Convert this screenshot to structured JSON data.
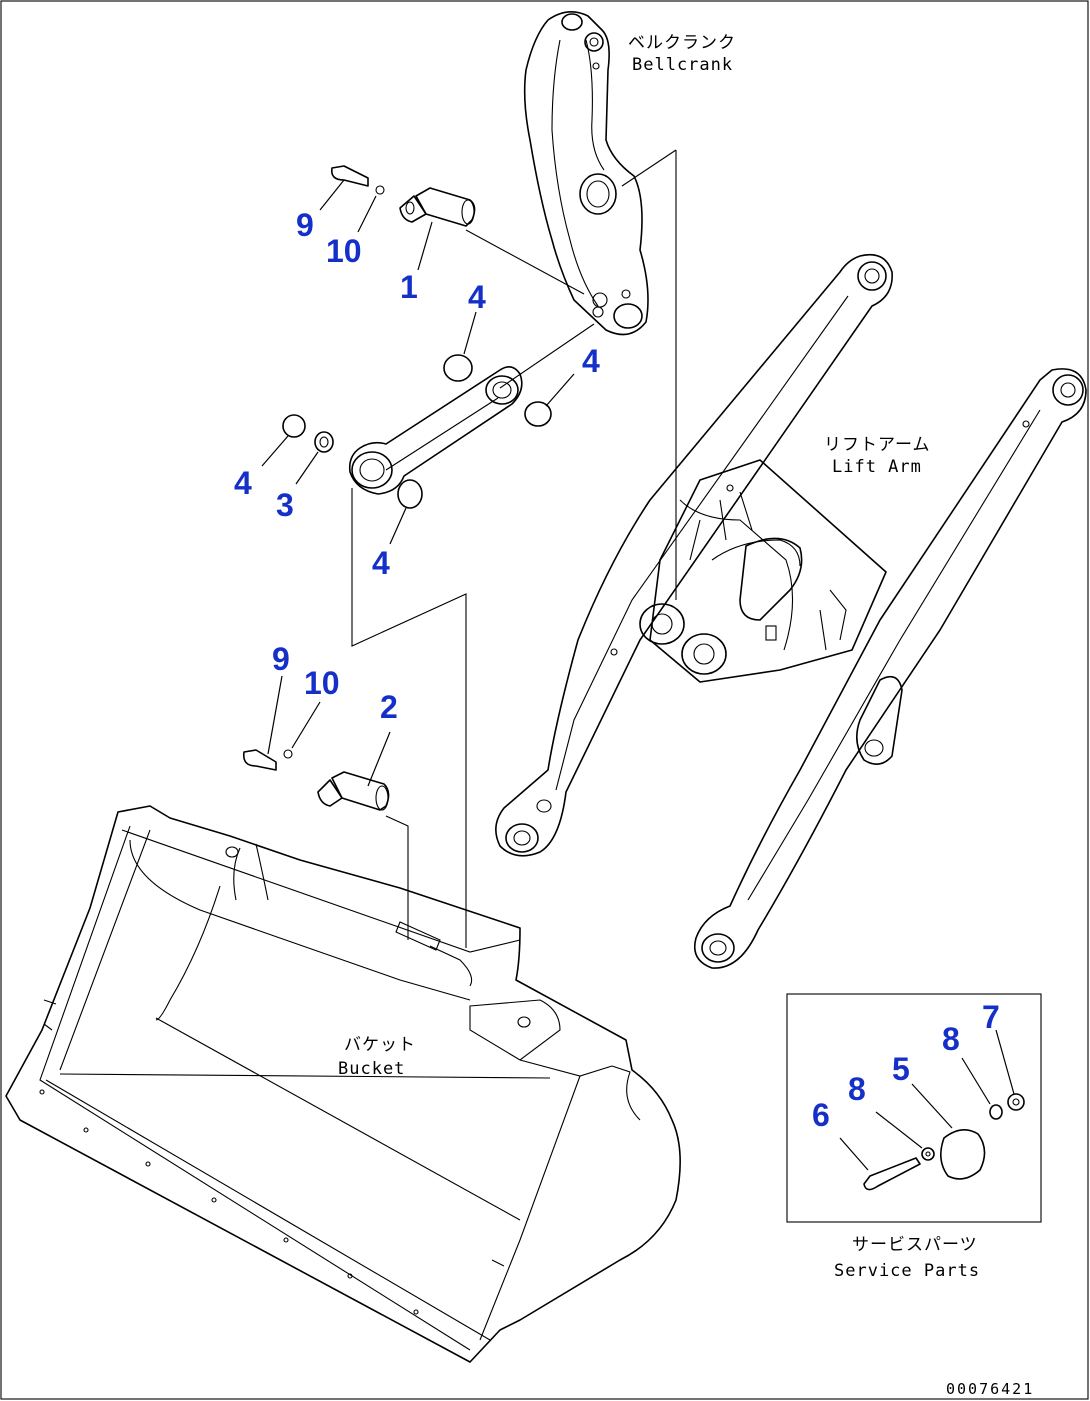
{
  "labels": {
    "bellcrank_jp": "ベルクランク",
    "bellcrank_en": "Bellcrank",
    "liftarm_jp": "リフトアーム",
    "liftarm_en": "Lift Arm",
    "bucket_jp": "バケット",
    "bucket_en": "Bucket",
    "service_jp": "サービスパーツ",
    "service_en": "Service Parts"
  },
  "callouts": {
    "c1": "1",
    "c2": "2",
    "c3": "3",
    "c4a": "4",
    "c4b": "4",
    "c4c": "4",
    "c4d": "4",
    "c5": "5",
    "c6": "6",
    "c7": "7",
    "c8a": "8",
    "c8b": "8",
    "c9a": "9",
    "c9b": "9",
    "c10a": "10",
    "c10b": "10"
  },
  "drawing_code": "00076421"
}
